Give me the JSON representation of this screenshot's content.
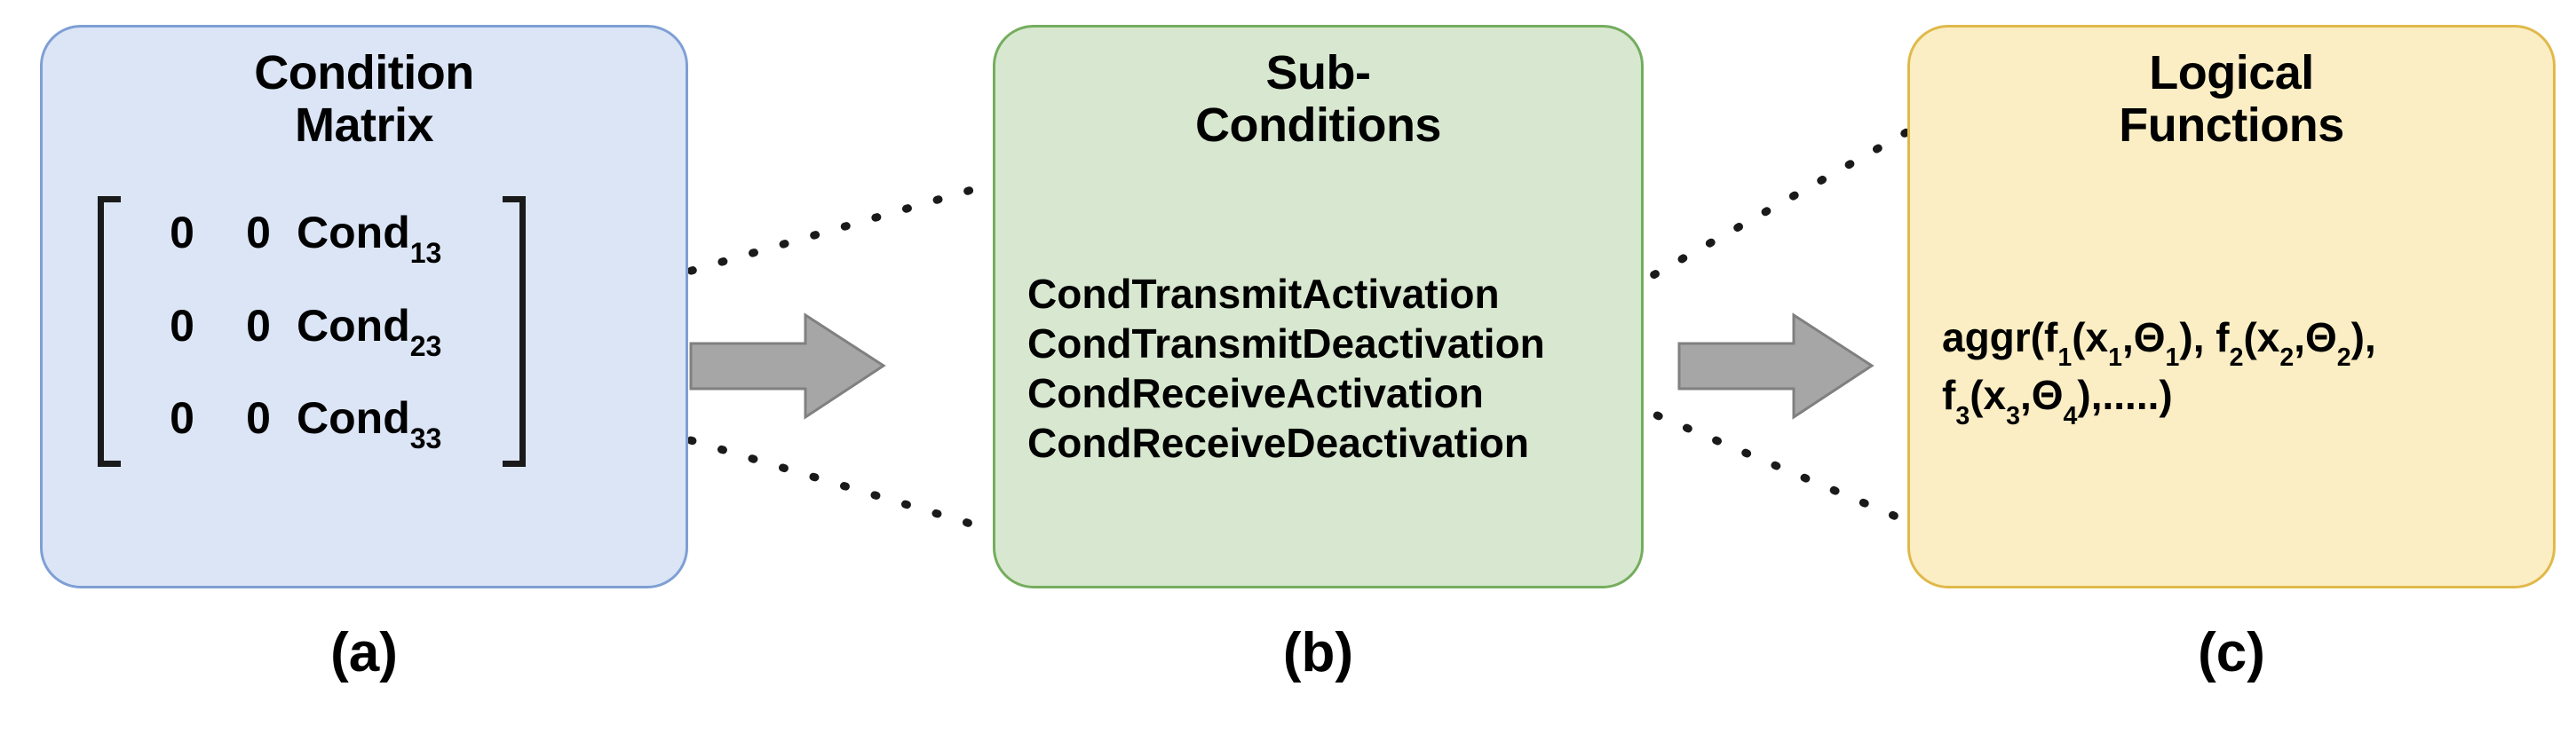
{
  "figure": {
    "background": "#ffffff",
    "panels": [
      {
        "id": "condition-matrix",
        "title": "Condition\nMatrix",
        "title_line1": "Condition",
        "title_line2": "Matrix",
        "fill": "#dbe5f6",
        "stroke": "#7f9fd4",
        "caption": "(a)"
      },
      {
        "id": "sub-conditions",
        "title_line1": "Sub-",
        "title_line2": "Conditions",
        "fill": "#d8e8d0",
        "stroke": "#74ad5e",
        "caption": "(b)"
      },
      {
        "id": "logical-functions",
        "title_line1": "Logical",
        "title_line2": "Functions",
        "fill": "#fbeec4",
        "stroke": "#e0b94a",
        "caption": "(c)"
      }
    ]
  },
  "matrix": {
    "rows": [
      {
        "c1": "0",
        "c2": "0",
        "c3_base": "Cond",
        "c3_sub": "13"
      },
      {
        "c1": "0",
        "c2": "0",
        "c3_base": "Cond",
        "c3_sub": "23"
      },
      {
        "c1": "0",
        "c2": "0",
        "c3_base": "Cond",
        "c3_sub": "33"
      }
    ]
  },
  "sub_conditions": {
    "items": [
      "CondTransmitActivation",
      "CondTransmitDeactivation",
      "CondReceiveActivation",
      "CondReceiveDeactivation"
    ]
  },
  "logical_functions": {
    "line1_prefix": "aggr(f",
    "formula_plain": "aggr(f1(x1,Θ1), f2(x2,Θ2), f3(x3,Θ4),.....)",
    "tokens_line1": [
      {
        "t": "aggr(f",
        "sub": "1"
      },
      {
        "t": "(x",
        "sub": "1"
      },
      {
        "t": ",Θ",
        "sub": "1"
      },
      {
        "t": "), f",
        "sub": "2"
      },
      {
        "t": "(x",
        "sub": "2"
      },
      {
        "t": ",Θ",
        "sub": "2"
      },
      {
        "t": "),",
        "sub": ""
      }
    ],
    "tokens_line2": [
      {
        "t": "f",
        "sub": "3"
      },
      {
        "t": "(x",
        "sub": "3"
      },
      {
        "t": ",Θ",
        "sub": "4"
      },
      {
        "t": "),.....)",
        "sub": ""
      }
    ]
  },
  "arrows": {
    "fill": "#a6a6a6",
    "stroke": "#7f7f7f",
    "count": 2,
    "name": "block-arrow-right"
  },
  "connectors": {
    "style": "dotted",
    "color": "#1a1a1a",
    "count": 4
  },
  "colors": {
    "blue_fill": "#dbe5f6",
    "blue_stroke": "#7f9fd4",
    "green_fill": "#d8e8d0",
    "green_stroke": "#74ad5e",
    "yellow_fill": "#fbeec4",
    "yellow_stroke": "#e0b94a",
    "arrow_grey": "#a6a6a6",
    "text": "#000000"
  }
}
